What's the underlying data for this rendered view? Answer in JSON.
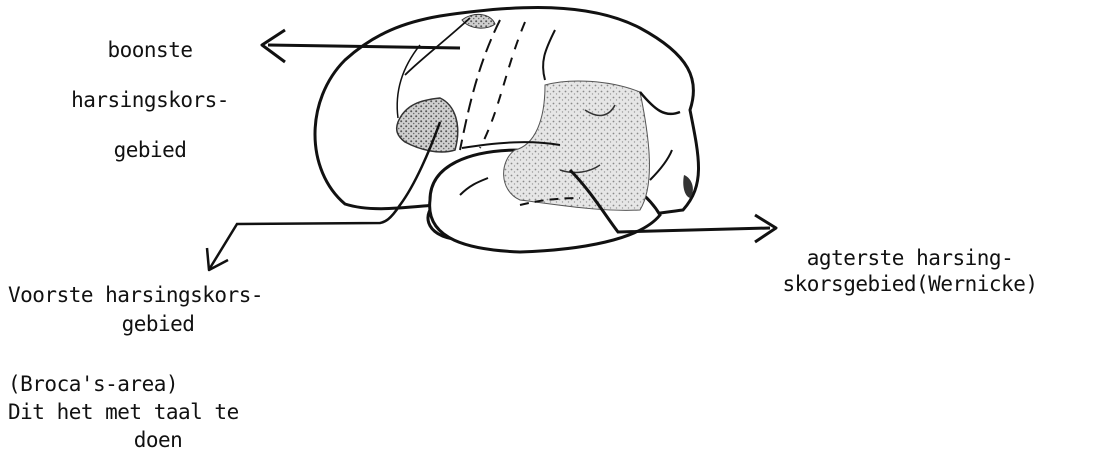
{
  "labels": {
    "top_area": {
      "line1": "boonste",
      "line2": "harsingskors-",
      "line3": "gebied"
    },
    "front_area": {
      "line1": "Voorste harsingskors-",
      "line2": "gebied"
    },
    "broca_note": {
      "line1": "(Broca's-area)",
      "line2": "Dit het met taal te",
      "line3": "doen"
    },
    "back_area": {
      "line1": "agterste harsing-",
      "line2": "skorsgebied(Wernicke)"
    }
  }
}
